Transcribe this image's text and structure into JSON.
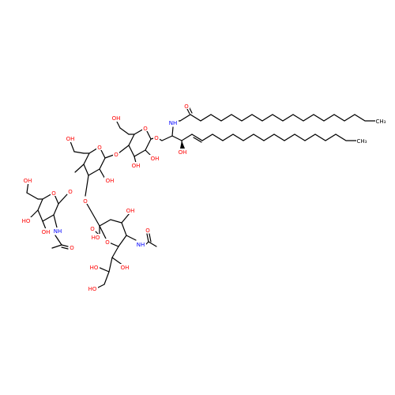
{
  "colors": {
    "background": "#ffffff",
    "bond": "#000000",
    "oxygen": "#ff0000",
    "nitrogen": "#0000ff",
    "carbon": "#000000"
  },
  "atom_labels": [
    {
      "id": "o-amide-ketone",
      "text": "O",
      "element": "O"
    },
    {
      "id": "nh-ceramide",
      "text": "NH",
      "element": "N"
    },
    {
      "id": "ch3-acyl-end",
      "text": "CH₃",
      "element": "C"
    },
    {
      "id": "ch3-sphingo-end",
      "text": "CH₃",
      "element": "C"
    },
    {
      "id": "oh-c6-glc",
      "text": "OH",
      "element": "O"
    },
    {
      "id": "o-ring-glc",
      "text": "O",
      "element": "O"
    },
    {
      "id": "o-glyco-cer",
      "text": "O",
      "element": "O"
    },
    {
      "id": "oh-sphingo",
      "text": "OH",
      "element": "O"
    },
    {
      "id": "oh-c3-glc",
      "text": "OH",
      "element": "O"
    },
    {
      "id": "oh-c2-glc",
      "text": "OH",
      "element": "O"
    },
    {
      "id": "o-link-glc-gal",
      "text": "O",
      "element": "O"
    },
    {
      "id": "oh-c6-gal",
      "text": "OH",
      "element": "O"
    },
    {
      "id": "o-ring-gal",
      "text": "O",
      "element": "O"
    },
    {
      "id": "oh-c2-gal",
      "text": "OH",
      "element": "O"
    },
    {
      "id": "o-link-gal-galnac",
      "text": "O",
      "element": "O"
    },
    {
      "id": "o-link-gal-neu5ac",
      "text": "O",
      "element": "O"
    },
    {
      "id": "oh-c6-galnac",
      "text": "OH",
      "element": "O"
    },
    {
      "id": "o-ring-galnac",
      "text": "O",
      "element": "O"
    },
    {
      "id": "oh-c4-galnac",
      "text": "HO",
      "element": "O"
    },
    {
      "id": "oh-c3-galnac",
      "text": "OH",
      "element": "O"
    },
    {
      "id": "nh-galnac",
      "text": "NH",
      "element": "N"
    },
    {
      "id": "o-acetyl-galnac",
      "text": "O",
      "element": "O"
    },
    {
      "id": "oh-c4-neu",
      "text": "OH",
      "element": "O"
    },
    {
      "id": "o-acid-neu",
      "text": "O",
      "element": "O"
    },
    {
      "id": "ho-acid-neu",
      "text": "HO",
      "element": "O"
    },
    {
      "id": "nh-neu",
      "text": "NH",
      "element": "N"
    },
    {
      "id": "o-acetyl-neu",
      "text": "O",
      "element": "O"
    },
    {
      "id": "o-ring-neu",
      "text": "O",
      "element": "O"
    },
    {
      "id": "oh-c7-neu",
      "text": "OH",
      "element": "O"
    },
    {
      "id": "oh-c8-neu",
      "text": "HO",
      "element": "O"
    },
    {
      "id": "oh-c9-neu",
      "text": "HO",
      "element": "O"
    }
  ]
}
